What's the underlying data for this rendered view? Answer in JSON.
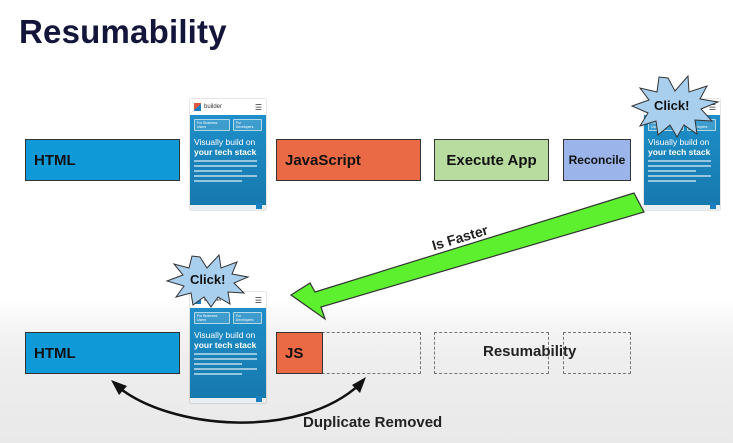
{
  "title": "Resumability",
  "top_row": {
    "html_label": "HTML",
    "js_label": "JavaScript",
    "exec_label": "Execute App",
    "reconcile_label": "Reconcile"
  },
  "bottom_row": {
    "html_label": "HTML",
    "js_label": "JS",
    "resumability_label": "Resumability"
  },
  "phone": {
    "brand": "builder",
    "pill_1": "For Business Users",
    "pill_2": "For Developers",
    "headline_1": "Visually build on",
    "headline_2": "your tech stack"
  },
  "annotations": {
    "click_top": "Click!",
    "click_bottom": "Click!",
    "is_faster": "Is Faster",
    "duplicate_removed": "Duplicate Removed"
  },
  "colors": {
    "html": "#0f99d7",
    "javascript": "#ea6a46",
    "execute_app": "#b8dca0",
    "reconcile": "#9bb4ea",
    "arrow_green": "#5cf02e",
    "burst": "#a9cfee",
    "title": "#14153a"
  }
}
